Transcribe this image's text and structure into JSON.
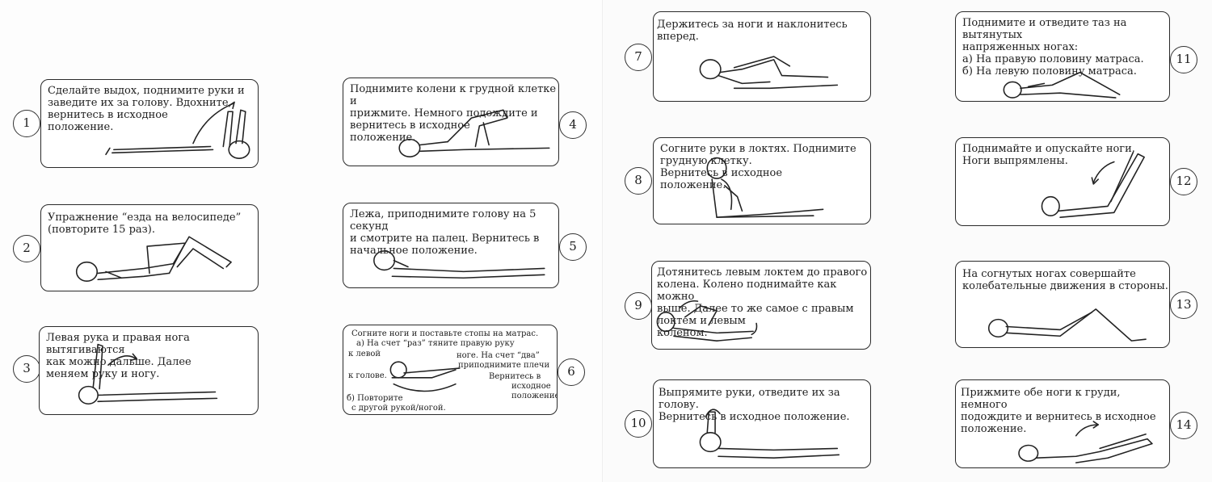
{
  "exercises": [
    {
      "n": "1",
      "text": "Сделайте выдох, поднимите руки и\nзаведите их за голову. Вдохните,\nвернитесь в исходное\nположение."
    },
    {
      "n": "2",
      "text": "Упражнение “езда на велосипеде”\n(повторите 15 раз)."
    },
    {
      "n": "3",
      "text": "Левая рука и правая нога вытягиваются\nкак можно дальше. Далее\nменяем руку и ногу."
    },
    {
      "n": "4",
      "text": "Поднимите колени к грудной клетке и\nприжмите. Немного подождите и\nвернитесь в исходное\nположение."
    },
    {
      "n": "5",
      "text": "Лежа, приподнимите голову на 5 секунд\nи смотрите на палец. Вернитесь в\nначальное положение."
    },
    {
      "n": "6",
      "text": "Согните ноги и поставьте стопы на матрас.",
      "parts": [
        "а) На счет “раз” тяните правую руку",
        "к левой",
        "ноге. На счет “два”",
        "приподнимите плечи",
        "к голове.",
        "Вернитесь в",
        "исходное",
        "положение.",
        "б) Повторите",
        "с другой рукой/ногой."
      ]
    },
    {
      "n": "7",
      "text": "Держитесь за ноги и наклонитесь вперед."
    },
    {
      "n": "8",
      "text": "Согните руки в локтях. Поднимите\nгрудную клетку.\nВернитесь в исходное\nположение."
    },
    {
      "n": "9",
      "text": "Дотянитесь левым локтем до правого\nколена. Колено поднимайте как можно\nвыше. Далее то же самое с правым\nлоктем и левым\nколеном."
    },
    {
      "n": "10",
      "text": "Выпрямите руки, отведите их за голову.\nВернитесь в исходное положение."
    },
    {
      "n": "11",
      "text": "Поднимите и отведите таз на вытянутых\nнапряженных ногах:\nа) На правую половину матраса.\nб) На левую половину матраса."
    },
    {
      "n": "12",
      "text": "Поднимайте и опускайте ноги.\nНоги выпрямлены."
    },
    {
      "n": "13",
      "text": "На согнутых ногах совершайте\nколебательные движения в стороны."
    },
    {
      "n": "14",
      "text": "Прижмите обе ноги к груди, немного\nподождите и вернитесь в исходное\nположение."
    }
  ],
  "figures": {
    "lying": "lying-figure-icon",
    "sitting": "sitting-figure-icon",
    "arrow": "curved-arrow-icon"
  }
}
